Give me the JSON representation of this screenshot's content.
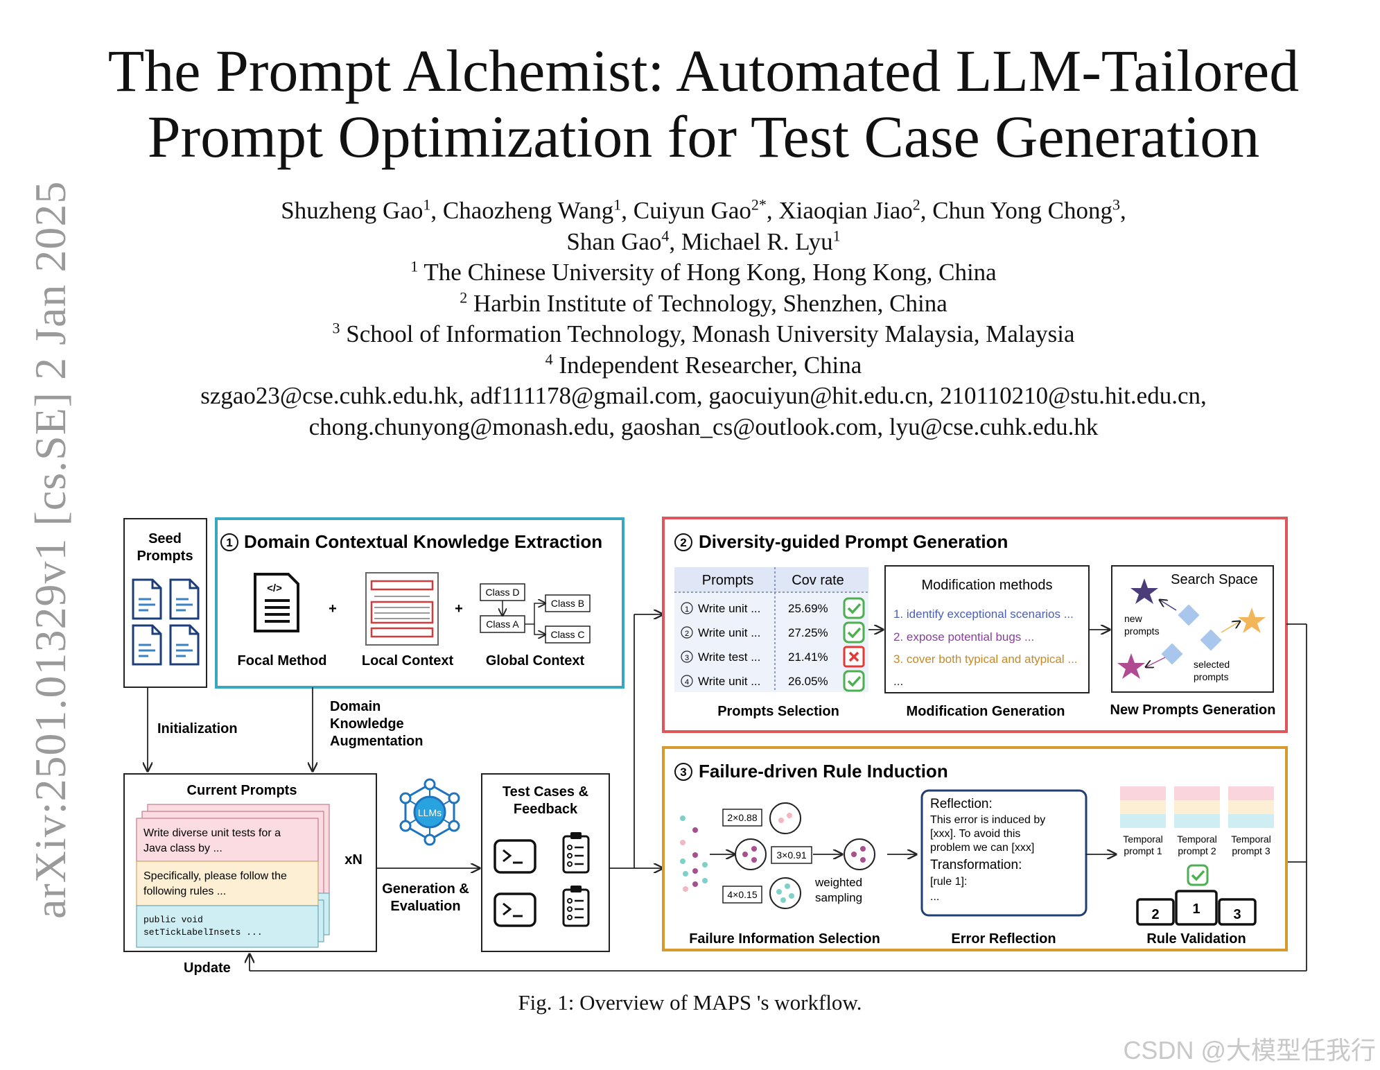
{
  "arxiv_stamp": "arXiv:2501.01329v1  [cs.SE]  2 Jan 2025",
  "title_line1": "The Prompt Alchemist: Automated LLM-Tailored",
  "title_line2": "Prompt Optimization for Test Case Generation",
  "authors": [
    {
      "name": "Shuzheng Gao",
      "sup": "1"
    },
    {
      "name": "Chaozheng Wang",
      "sup": "1"
    },
    {
      "name": "Cuiyun Gao",
      "sup": "2*"
    },
    {
      "name": "Xiaoqian Jiao",
      "sup": "2"
    },
    {
      "name": "Chun Yong Chong",
      "sup": "3"
    },
    {
      "name": "Shan Gao",
      "sup": "4"
    },
    {
      "name": "Michael R. Lyu",
      "sup": "1"
    }
  ],
  "affiliations": [
    {
      "sup": "1",
      "text": "The Chinese University of Hong Kong, Hong Kong, China"
    },
    {
      "sup": "2",
      "text": "Harbin Institute of Technology, Shenzhen, China"
    },
    {
      "sup": "3",
      "text": "School of Information Technology, Monash University Malaysia, Malaysia"
    },
    {
      "sup": "4",
      "text": "Independent Researcher, China"
    }
  ],
  "emails_line1": "szgao23@cse.cuhk.edu.hk, adf111178@gmail.com, gaocuiyun@hit.edu.cn, 210110210@stu.hit.edu.cn,",
  "emails_line2": "chong.chunyong@monash.edu, gaoshan_cs@outlook.com, lyu@cse.cuhk.edu.hk",
  "figure": {
    "seed_prompts": [
      "Seed",
      "Prompts"
    ],
    "initialization": "Initialization",
    "domain_knowledge_aug": [
      "Domain",
      "Knowledge",
      "Augmentation"
    ],
    "update": "Update",
    "stage1": {
      "number": "1",
      "title": "Domain Contextual Knowledge Extraction",
      "plus": "+",
      "code_glyph": "</>",
      "focal_method": "Focal Method",
      "local_context": "Local Context",
      "global_context": "Global Context",
      "classes": [
        "Class D",
        "Class B",
        "Class A",
        "Class C"
      ]
    },
    "current_prompts": {
      "title": "Current Prompts",
      "card1": [
        "Write diverse unit tests for a",
        "Java class by  ..."
      ],
      "card2": [
        "Specifically, please follow the",
        "following rules   ..."
      ],
      "card3": [
        "public void",
        "setTickLabelInsets ..."
      ],
      "xn": "xN"
    },
    "llms": "LLMs",
    "gen_eval": [
      "Generation &",
      "Evaluation"
    ],
    "test_cases": [
      "Test Cases &",
      "Feedback"
    ],
    "stage2": {
      "number": "2",
      "title": "Diversity-guided Prompt Generation",
      "table_headers": [
        "Prompts",
        "Cov rate"
      ],
      "rows": [
        {
          "num": "1",
          "text": "Write unit ...",
          "rate": "25.69%",
          "status": "check"
        },
        {
          "num": "2",
          "text": "Write unit ...",
          "rate": "27.25%",
          "status": "check"
        },
        {
          "num": "3",
          "text": "Write test ...",
          "rate": "21.41%",
          "status": "cross"
        },
        {
          "num": "4",
          "text": "Write unit ...",
          "rate": "26.05%",
          "status": "check"
        }
      ],
      "prompts_selection": "Prompts Selection",
      "modification_title": "Modification methods",
      "methods": [
        "1. identify exceptional scenarios ...",
        "2. expose potential bugs ...",
        "3. cover both typical and atypical ...",
        "..."
      ],
      "method_colors": [
        "#4b5fb4",
        "#8a3e9c",
        "#c8891f",
        "#222222"
      ],
      "modification_generation": "Modification Generation",
      "search_space": "Search Space",
      "new_prompts": [
        "new",
        "prompts"
      ],
      "selected_prompts": [
        "selected",
        "prompts"
      ],
      "new_prompts_generation": "New Prompts Generation"
    },
    "stage3": {
      "number": "3",
      "title": "Failure-driven Rule Induction",
      "weights": [
        "2×0.88",
        "3×0.91",
        "4×0.15"
      ],
      "weighted_sampling": [
        "weighted",
        "sampling"
      ],
      "failure_info_selection": "Failure Information Selection",
      "reflection_title": "Reflection:",
      "reflection_lines": [
        "This error is induced by",
        "[xxx]. To avoid this",
        "problem we can [xxx]"
      ],
      "transformation_title": "Transformation:",
      "transformation_lines": [
        "[rule 1]:",
        "..."
      ],
      "error_reflection": "Error Reflection",
      "temporal": [
        [
          "Temporal",
          "prompt 1"
        ],
        [
          "Temporal",
          "prompt 2"
        ],
        [
          "Temporal",
          "prompt 3"
        ]
      ],
      "podium": [
        "2",
        "1",
        "3"
      ],
      "rule_validation": "Rule Validation"
    },
    "colors": {
      "stage1_border": "#3aa7c2",
      "stage2_border": "#e0555b",
      "stage3_border": "#d89a2b",
      "check_green": "#4caf50",
      "cross_red": "#e53935",
      "llm_blue": "#1e73be"
    }
  },
  "caption": "Fig. 1: Overview of MAPS 's workflow.",
  "watermark": "CSDN @大模型任我行"
}
